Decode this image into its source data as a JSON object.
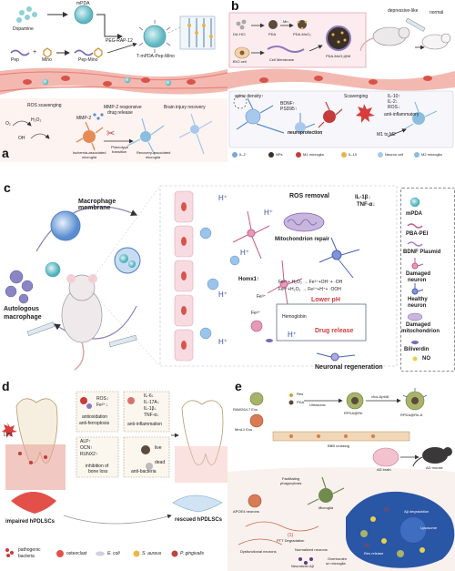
{
  "panels": {
    "a": {
      "letter": "a",
      "labels": {
        "dopamine": "Dopamine",
        "mpda": "mPDA",
        "peg_rap": "PEG-RAP-12",
        "pep": "Pep",
        "mino": "Mino",
        "pep_mino": "Pep-Mino",
        "t_mpda": "T-mPDA-Pep-Mino",
        "ros": "ROS scavenging",
        "mmp_release": "MMP-2 responsive",
        "drug_release": "drug release",
        "brain_recovery": "Brain injury recovery",
        "o2": "O₂",
        "h2o2": "H₂O₂",
        "oh": "OH",
        "mmp2": "MMP-2",
        "ischemia": "Ischemia-associated",
        "microglia1": "microglia",
        "phenotype": "Phenotype",
        "transition": "transition",
        "recovery_assoc": "Recovery-associated",
        "microglia2": "microglia"
      }
    },
    "b": {
      "letter": "b",
      "labels": {
        "depressive": "depressive-like",
        "normal": "normal",
        "da_hcl": "DA·HCl",
        "pda": "PDA",
        "mn": "Mn",
        "pda_mn": "PDA-MnO₂",
        "cell": "BV2 cell",
        "cell_membrane": "Cell Membrane",
        "pda_mnbm": "PDA-MnO₂@M",
        "spine": "spine density↑",
        "bdnf": "BDNF↑",
        "psd95": "PSD95↑",
        "scavenging": "Scavenging",
        "il10": "IL-10↑",
        "il2": "IL-2↓",
        "ros": "ROS↓",
        "anti_inflam": "anti-inflammatory",
        "neuroprotection": "neuroprotection",
        "m1m2": "M1 to M2",
        "leg_il2": "IL-2",
        "leg_nps": "NPs",
        "leg_m1": "M1 microglia",
        "leg_il10": "IL-10",
        "leg_neuron": "Neuron cell",
        "leg_m2": "M2 microglia"
      }
    },
    "c": {
      "letter": "c",
      "labels": {
        "macrophage_membrane": "Macrophage membrane",
        "ros_removal": "ROS removal",
        "il1b": "IL-1β↓",
        "tnfa": "TNF-α↓",
        "mito_repair": "Mitochondrion repair",
        "homx": "Homx1↑",
        "hemoglobin": "Hemoglobin",
        "fe3": "Fe³⁺",
        "fe2": "Fe²⁺",
        "fenton1": "Fe²⁺+ H₂O₂ → Fe³⁺+OH⁻+ ·OH",
        "fenton2": "Fe³⁺+H₂O₂ → Fe²⁺+H⁺+ ·OOH",
        "lower_ph": "Lower pH",
        "drug_release": "Drug release",
        "autologous": "Autologous",
        "macrophage": "macrophage",
        "neuronal_regen": "Neuronal regeneration",
        "hplus": "H⁺",
        "leg_mpda": "mPDA",
        "leg_pba": "PBA-PEI",
        "leg_bdnf": "BDNF Plasmid",
        "leg_damaged1": "Damaged",
        "leg_damaged2": "neuron",
        "leg_healthy1": "Healthy",
        "leg_healthy2": "neuron",
        "leg_dmito1": "Damaged",
        "leg_dmito2": "mitochondrion",
        "leg_biliverdin": "Biliverdin",
        "leg_no": "NO"
      }
    },
    "d": {
      "letter": "d",
      "labels": {
        "lps": "LPS",
        "ros": "ROS↓",
        "fe": "Fe²⁺↓",
        "antiox": "antioxidation",
        "antiferro": "anti-ferroptosis",
        "il6": "IL-6↓",
        "il17": "IL-17A↓",
        "il1b": "IL-1β↓",
        "tnfa": "TNF-α↓",
        "antiinflam": "anti-inflammation",
        "alp": "ALP↑",
        "ocn": "OCN↑",
        "runx2": "RUNX2↑",
        "inhibition1": "inhibition of",
        "inhibition2": "bone loss",
        "live": "live",
        "dead": "dead",
        "antibact": "anti-bacteria",
        "impaired": "impaired hPDLSCs",
        "rescued": "rescued hPDLSCs",
        "leg_patho1": "pathogenic",
        "leg_patho2": "bacteria",
        "leg_osteo": "osteoclast",
        "leg_ecoli": "E. coli",
        "leg_saureus": "S. aureus",
        "leg_pging": "P. gingivalis"
      }
    },
    "e": {
      "letter": "e",
      "labels": {
        "raw_exo": "RAW264.7 Exo",
        "res": "Res",
        "pda": "PDA",
        "ultrasonic": "Ultrasonic",
        "rpda": "RPDA@Rb",
        "chol": "chol-Apt48",
        "rpda_rb_a": "RPDA@Rb-A",
        "mmc_exo": "MmL1 Exo",
        "bbb": "BBB crossing",
        "ad_brain": "AD brain",
        "ad_mouse": "AD mouse",
        "facilitating1": "Facilitating",
        "facilitating2": "phagocytosis",
        "microglia": "Microglia",
        "ab_degradation": "Aβ degradation",
        "lysosome": "Lysosome",
        "dysfunctional": "Dysfunctional neurons",
        "normalized": "Normalized neurons",
        "overburden1": "Overburden",
        "overburden2": "on microglia",
        "ptt": "PTT Degradation",
        "n1": "(1)",
        "n2": "(2)",
        "n3": "(3)",
        "res_release": "Res release",
        "neurotoxic": "Neurotoxic Aβ",
        "apoe": "APOE4 neurons"
      }
    }
  }
}
